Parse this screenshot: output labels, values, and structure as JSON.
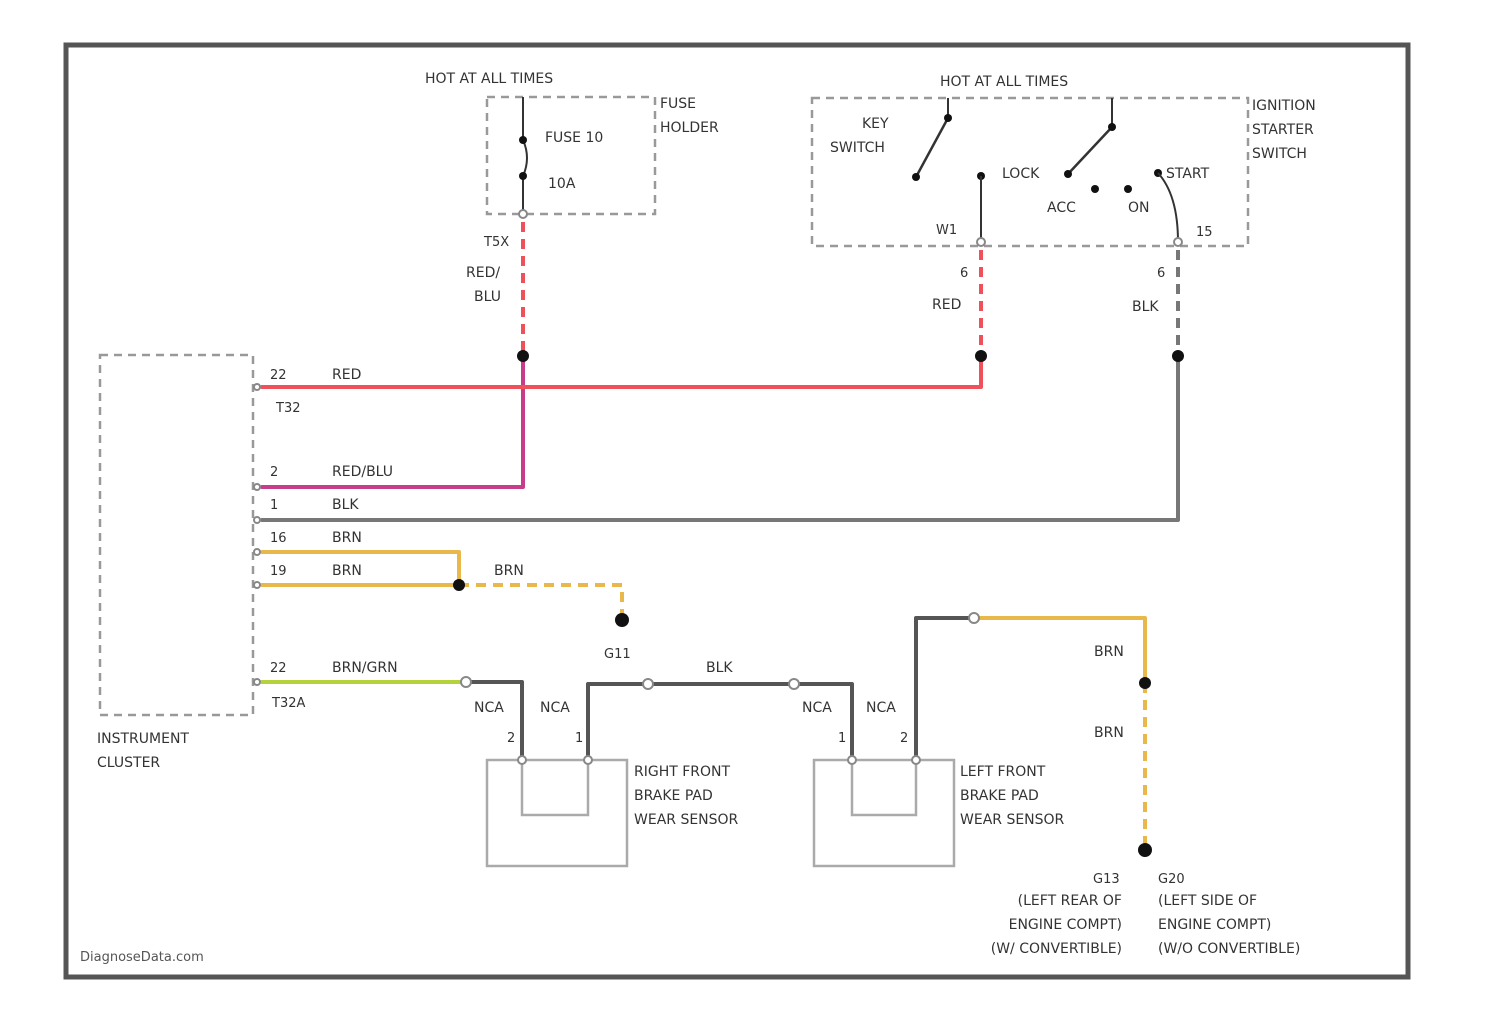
{
  "colors": {
    "red": "#f0505a",
    "red_blu": "#c83c8c",
    "blk": "#777777",
    "brn": "#e8b84a",
    "brn_grn": "#b4d23c",
    "wire_blk_dark": "#444444"
  },
  "fuse_holder": {
    "hot_label": "HOT AT ALL TIMES",
    "name": [
      "FUSE",
      "HOLDER"
    ],
    "fuse_label": "FUSE 10",
    "amp_label": "10A",
    "terminal": "T5X",
    "wire_color": [
      "RED/",
      "BLU"
    ]
  },
  "ignition_switch": {
    "hot_label": "HOT AT ALL TIMES",
    "name": [
      "IGNITION",
      "STARTER",
      "SWITCH"
    ],
    "key_switch": [
      "KEY",
      "SWITCH"
    ],
    "positions": [
      "LOCK",
      "ACC",
      "ON",
      "START"
    ],
    "left_pin": "W1",
    "right_pin": "15",
    "left_terminal": "6",
    "right_terminal": "6",
    "left_wire": "RED",
    "right_wire": "BLK"
  },
  "instrument_cluster": {
    "name": [
      "INSTRUMENT",
      "CLUSTER"
    ],
    "pins": [
      {
        "num": "22",
        "connector": "T32",
        "wire": "RED"
      },
      {
        "num": "2",
        "connector": "",
        "wire": "RED/BLU"
      },
      {
        "num": "1",
        "connector": "",
        "wire": "BLK"
      },
      {
        "num": "16",
        "connector": "",
        "wire": "BRN"
      },
      {
        "num": "19",
        "connector": "",
        "wire": "BRN"
      },
      {
        "num": "22",
        "connector": "T32A",
        "wire": "BRN/GRN"
      }
    ]
  },
  "wires": {
    "brn_to_ground": "BRN",
    "ground_g": "G11",
    "blk_between_sensors": "BLK",
    "nca": "NCA",
    "brn_right": "BRN"
  },
  "right_sensor": {
    "name": [
      "RIGHT FRONT",
      "BRAKE PAD",
      "WEAR SENSOR"
    ],
    "pin_left": "2",
    "pin_right": "1"
  },
  "left_sensor": {
    "name": [
      "LEFT FRONT",
      "BRAKE PAD",
      "WEAR SENSOR"
    ],
    "pin_left": "1",
    "pin_right": "2"
  },
  "grounds": {
    "g13": {
      "id": "G13",
      "desc": [
        "(LEFT REAR OF",
        "ENGINE COMPT)",
        "(W/ CONVERTIBLE)"
      ]
    },
    "g20": {
      "id": "G20",
      "desc": [
        "(LEFT SIDE OF",
        "ENGINE COMPT)",
        "(W/O CONVERTIBLE)"
      ]
    }
  },
  "watermark": "DiagnoseData.com"
}
